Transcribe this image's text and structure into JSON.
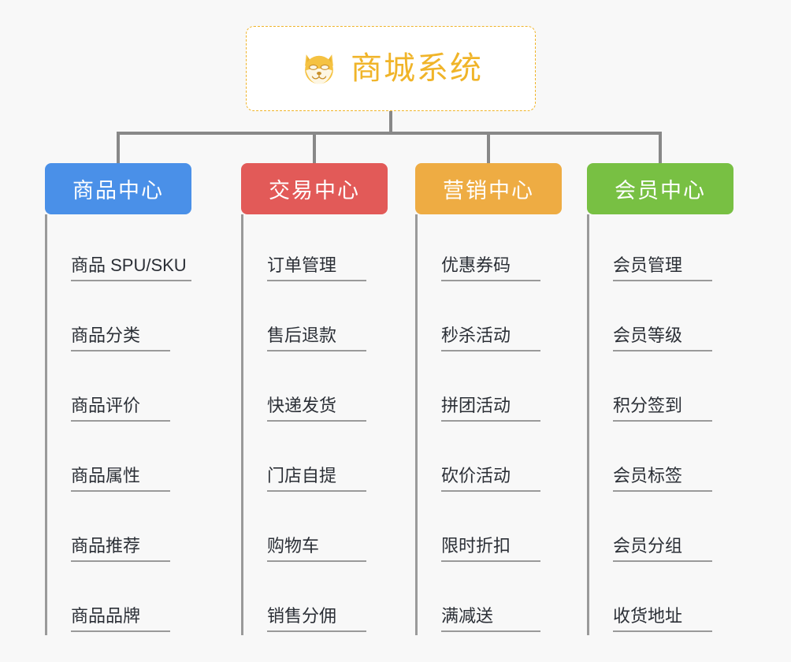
{
  "page": {
    "background_color": "#f8f8f8",
    "connector_color": "#9a9a9a"
  },
  "root": {
    "title": "商城系统",
    "icon": "dog-face-emoji",
    "border_color": "#f0b429",
    "text_color": "#f0b429"
  },
  "columns": [
    {
      "id": "product-center",
      "label": "商品中心",
      "color": "#4a90e8",
      "items": [
        "商品 SPU/SKU",
        "商品分类",
        "商品评价",
        "商品属性",
        "商品推荐",
        "商品品牌"
      ]
    },
    {
      "id": "trade-center",
      "label": "交易中心",
      "color": "#e25a58",
      "items": [
        "订单管理",
        "售后退款",
        "快递发货",
        "门店自提",
        "购物车",
        "销售分佣"
      ]
    },
    {
      "id": "marketing-center",
      "label": "营销中心",
      "color": "#eeac43",
      "items": [
        "优惠券码",
        "秒杀活动",
        "拼团活动",
        "砍价活动",
        "限时折扣",
        "满减送"
      ]
    },
    {
      "id": "member-center",
      "label": "会员中心",
      "color": "#78c council"
    }
  ]
}
